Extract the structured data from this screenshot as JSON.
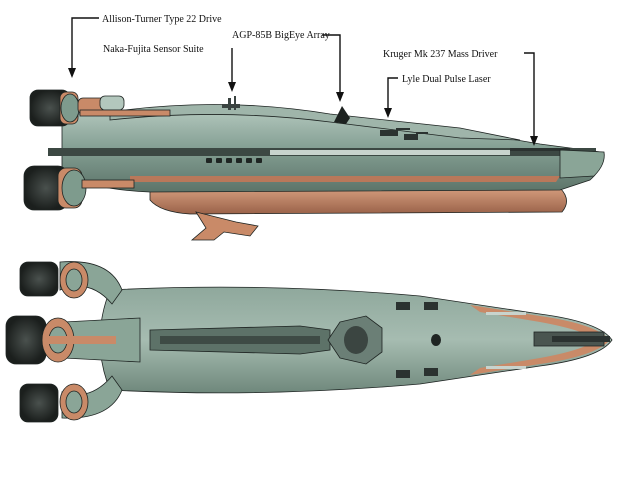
{
  "diagram": {
    "subject": "starship-side-and-top-views",
    "callouts": [
      {
        "id": "drive",
        "label": "Allison-Turner Type 22 Drive"
      },
      {
        "id": "sensor",
        "label": "Naka-Fujita Sensor Suite"
      },
      {
        "id": "array",
        "label": "AGP-85B BigEye Array"
      },
      {
        "id": "driver",
        "label": "Kruger Mk 237 Mass Driver"
      },
      {
        "id": "laser",
        "label": "Lyle Dual Pulse Laser"
      }
    ],
    "colors": {
      "hull": "#7e9b8d",
      "hull_light": "#a7bdb2",
      "hull_dark": "#4c5f56",
      "copper": "#c98a68",
      "copper_dark": "#8d5a43",
      "engine_dark": "#2a2f2d",
      "ink": "#111111"
    }
  }
}
